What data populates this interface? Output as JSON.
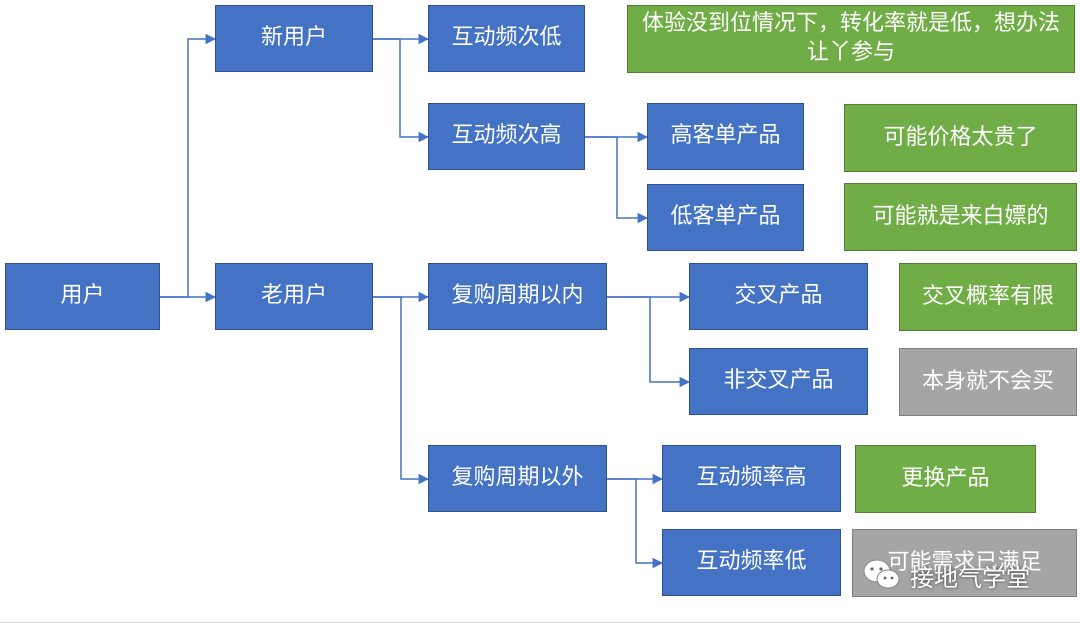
{
  "nodes": {
    "user": "用户",
    "new_user": "新用户",
    "old_user": "老用户",
    "low_interaction": "互动频次低",
    "high_interaction": "互动频次高",
    "high_ticket": "高客单产品",
    "low_ticket": "低客单产品",
    "within_cycle": "复购周期以内",
    "beyond_cycle": "复购周期以外",
    "cross_product": "交叉产品",
    "non_cross_product": "非交叉产品",
    "high_rate": "互动频率高",
    "low_rate": "互动频率低"
  },
  "notes": {
    "low_interaction_note": "体验没到位情况下，转化率就是低，想办法让丫参与",
    "high_ticket_note": "可能价格太贵了",
    "low_ticket_note": "可能就是来白嫖的",
    "cross_note": "交叉概率有限",
    "non_cross_note": "本身就不会买",
    "high_rate_note": "更换产品",
    "low_rate_note": "可能需求已满足"
  },
  "watermark": {
    "text": "接地气学堂",
    "icon": "wechat-icon"
  },
  "colors": {
    "node": "#4472c4",
    "note_green": "#70ad47",
    "note_gray": "#a5a5a5",
    "connector": "#4472c4"
  }
}
